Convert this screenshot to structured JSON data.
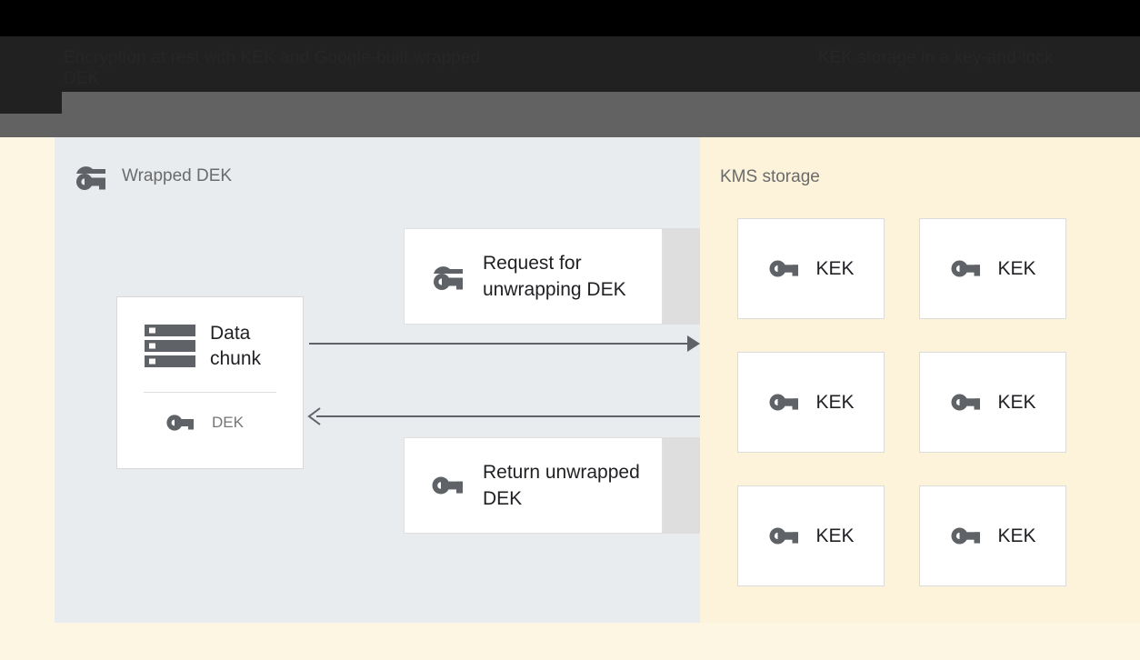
{
  "header": {
    "title_left": "Encryption at rest with KEK and Google-built wrapped DEK",
    "title_right": "KEK storage in a key-and-lock",
    "bar_color": "#212121",
    "band_color": "#626262"
  },
  "canvas": {
    "background": "#fdf6e3"
  },
  "left_panel": {
    "title": "Wrapped DEK",
    "icon": "wrapped-key-icon",
    "background": "#e8ecef",
    "data_card": {
      "icon": "data-chunk-icon",
      "title": "Data chunk",
      "key_icon": "key-icon",
      "key_label": "DEK"
    },
    "messages": [
      {
        "icon": "wrapped-key-icon",
        "label": "Request for unwrapping DEK",
        "direction": "right"
      },
      {
        "icon": "key-icon",
        "label": "Return unwrapped DEK",
        "direction": "left"
      }
    ],
    "arrows": [
      {
        "name": "request-arrow",
        "direction": "right"
      },
      {
        "name": "return-arrow",
        "direction": "left"
      }
    ]
  },
  "right_panel": {
    "title": "KMS storage",
    "background": "#fdf3da",
    "keks": [
      {
        "icon": "key-icon",
        "label": "KEK"
      },
      {
        "icon": "key-icon",
        "label": "KEK"
      },
      {
        "icon": "key-icon",
        "label": "KEK"
      },
      {
        "icon": "key-icon",
        "label": "KEK"
      },
      {
        "icon": "key-icon",
        "label": "KEK"
      },
      {
        "icon": "key-icon",
        "label": "KEK"
      }
    ]
  },
  "colors": {
    "icon_gray": "#5f6368",
    "text_primary": "#202124",
    "text_muted": "#757575",
    "arrow": "#5f6368",
    "card_white": "#ffffff",
    "card_shadow": "#dedede"
  }
}
